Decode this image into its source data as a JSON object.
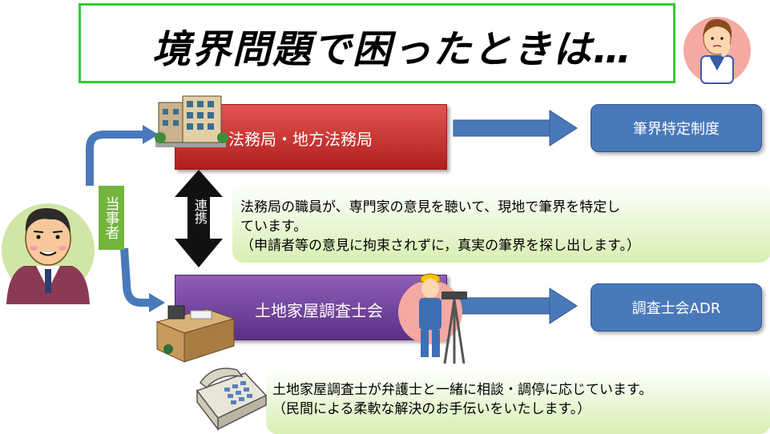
{
  "title": "境界問題で困ったときは…",
  "party_label": "当事者",
  "collaboration_label": "連携",
  "legal_bureau": {
    "label": "法務局・地方法務局"
  },
  "land_surveyor": {
    "label": "土地家屋調査士会"
  },
  "boundary_system": {
    "label": "筆界特定制度"
  },
  "surveyor_adr": {
    "label": "調査士会ADR"
  },
  "collab_description": {
    "line1": "法務局の職員が、専門家の意見を聴いて、現地で筆界を特定し",
    "line2": "ています。",
    "line3": "（申請者等の意見に拘束されずに，真実の筆界を探し出します。）"
  },
  "adr_description": {
    "line1": "土地家屋調査士が弁護士と一緒に相談・調停に応じています。",
    "line2": "（民間による柔軟な解決のお手伝いをいたします。）"
  },
  "colors": {
    "title_border": "#33cc33",
    "bureau_red": "#c8302d",
    "surveyor_purple": "#6f3f9c",
    "result_blue": "#4a79bb",
    "arrow_blue": "#4a79bb",
    "party_green": "#73b53c",
    "note_green": "#d7efb2"
  },
  "icons": [
    "thinking-woman-icon",
    "man-icon",
    "office-building-icon",
    "office-desk-icon",
    "telephone-icon",
    "surveyor-with-tripod-icon"
  ]
}
